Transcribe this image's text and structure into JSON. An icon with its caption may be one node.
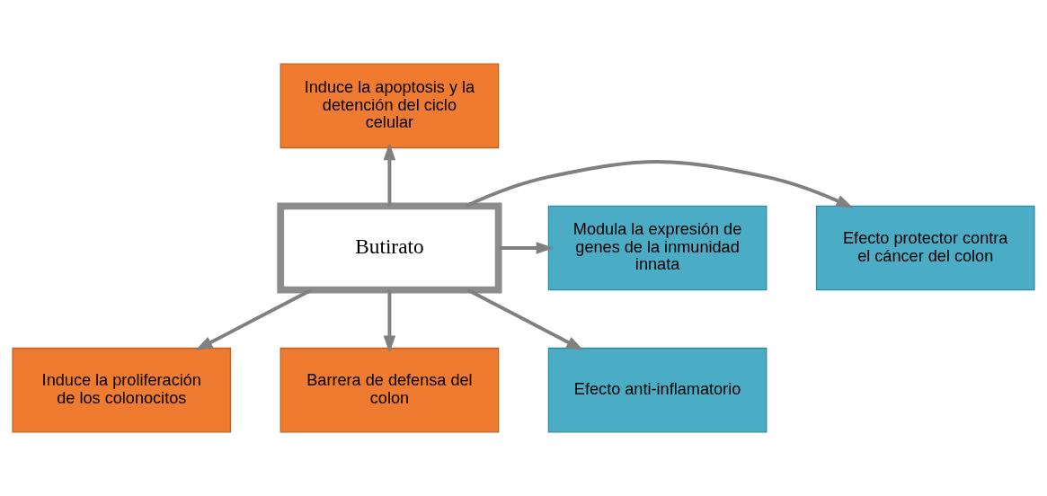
{
  "diagram": {
    "nodes": [
      {
        "text": [
          "Butirato"
        ]
      },
      {
        "text": [
          "Induce la apoptosis y la detención del ciclo celular"
        ]
      },
      {
        "text": [
          "Efecto protector contra el cáncer del colon"
        ]
      },
      {
        "text": [
          "Modula la expresión de genes de la inmunidad innata"
        ]
      },
      {
        "text": [
          "Induce la proliferación de los colonocitos"
        ]
      },
      {
        "text": [
          "Barrera de defensa del colon"
        ]
      },
      {
        "text": [
          "Efecto anti-inflamatorio"
        ]
      }
    ],
    "edges": [
      {
        "from": 0,
        "to": 1,
        "arrow": "to"
      },
      {
        "from": 0,
        "to": 2,
        "arrow": "to"
      },
      {
        "from": 0,
        "to": 3,
        "arrow": "to"
      },
      {
        "from": 0,
        "to": 4,
        "arrow": "to"
      },
      {
        "from": 0,
        "to": 5,
        "arrow": "to"
      },
      {
        "from": 0,
        "to": 6,
        "arrow": "to"
      }
    ]
  }
}
